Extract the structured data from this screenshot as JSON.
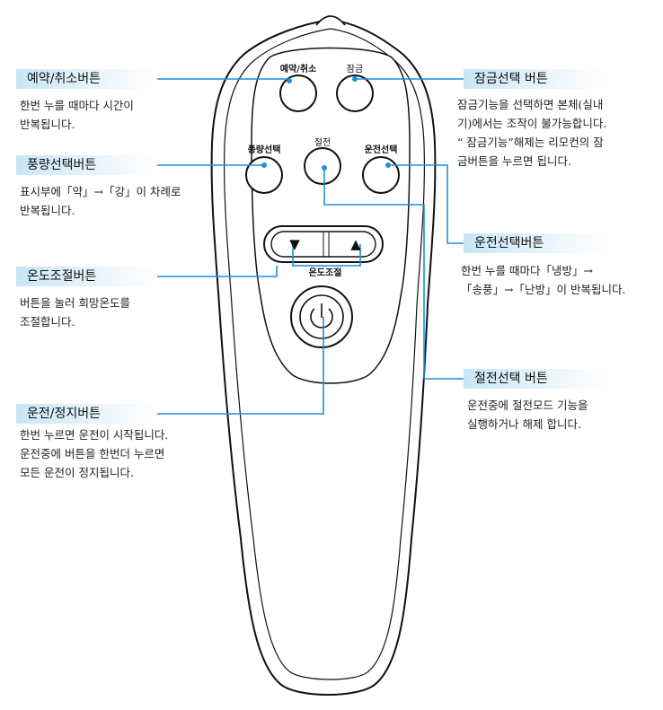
{
  "remote": {
    "labels": {
      "reserve": "예약/취소",
      "lock": "잠금",
      "fan": "풍량선택",
      "eco": "절전",
      "mode": "운전선택",
      "temp": "온도조절"
    },
    "arrows": {
      "down": "▼",
      "up": "▲"
    }
  },
  "callouts": {
    "reserve": {
      "title": "예약/취소버튼",
      "desc": "한번 누를 때마다 시간이\n반복됩니다."
    },
    "fan": {
      "title": "풍량선택버튼",
      "desc": "표시부에「약」→「강」이 차례로\n반복됩니다."
    },
    "temp": {
      "title": "온도조절버튼",
      "desc": "버튼을 눌러 희망온도를\n조절합니다."
    },
    "power": {
      "title": "운전/정지버튼",
      "desc": "한번 누르면 운전이 시작됩니다.\n운전중에 버튼을 한번더 누르면\n모든 운전이 정지됩니다."
    },
    "lock": {
      "title": "잠금선택 버튼",
      "desc": "잠금기능을 선택하면 본체(실내\n기)에서는 조작이 불가능합니다.\n“ 잠금기능”해제는 리모컨의 잠\n금버튼을 누르면 됩니다."
    },
    "mode": {
      "title": "운전선택버튼",
      "desc": "한번 누를 때마다「냉방」→\n「송풍」→「난방」이 반복됩니다."
    },
    "eco": {
      "title": "절전선택 버튼",
      "desc": "운전중에 절전모드 기능을\n실행하거나 해제 합니다."
    }
  },
  "colors": {
    "leader": "#1e90d8",
    "outline": "#111111"
  }
}
